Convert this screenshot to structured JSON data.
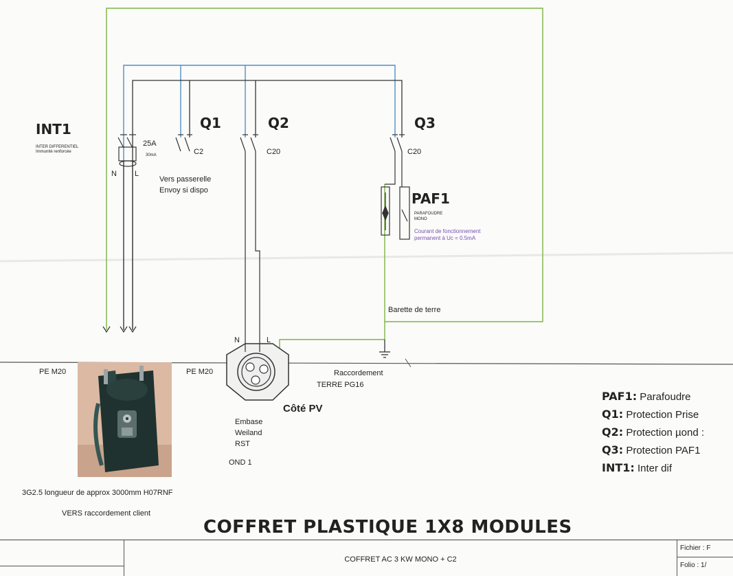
{
  "labels": {
    "int1": "INT1",
    "int1_sub1": "INTER DIFFERENTIEL",
    "int1_sub2": "Immunité renforcée",
    "int1_rating": "25A",
    "int1_sens": "30mA",
    "n": "N",
    "l": "L",
    "q1": "Q1",
    "q1_rating": "C2",
    "q1_note_1": "Vers passerelle",
    "q1_note_2": "Envoy si dispo",
    "q2": "Q2",
    "q2_rating": "C20",
    "q3": "Q3",
    "q3_rating": "C20",
    "paf1": "PAF1",
    "paf1_sub1": "PARAFOUDRE",
    "paf1_sub2": "MONO",
    "paf1_note_1": "Courant de fonctionnement",
    "paf1_note_2": "permanent à Uc = 0.5mA",
    "barette": "Barette de terre",
    "pv_n": "N",
    "pv_l": "L",
    "pe_m20_left": "PE M20",
    "pe_m20_right": "PE M20",
    "raccordement_1": "Raccordement",
    "raccordement_2": "TERRE  PG16",
    "cote_pv": "Côté PV",
    "embase_1": "Embase",
    "embase_2": "Weiland",
    "embase_3": "RST",
    "ond1": "OND 1",
    "cable": "3G2.5 longueur de approx 3000mm H07RNF",
    "vers_client": "VERS raccordement client"
  },
  "legend": [
    {
      "key": "PAF1:",
      "text": "Parafoudre"
    },
    {
      "key": "Q1:",
      "text": "Protection Prise"
    },
    {
      "key": "Q2:",
      "text": "Protection µond :"
    },
    {
      "key": "Q3:",
      "text": "Protection  PAF1"
    },
    {
      "key": "INT1:",
      "text": "Inter dif"
    }
  ],
  "title": "COFFRET PLASTIQUE  1X8 MODULES",
  "title_block": {
    "description": "COFFRET AC 3 KW MONO + C2",
    "fichier": "Fichier : F",
    "folio": "Folio : 1/"
  },
  "colors": {
    "neutral_wire": "#4f8fc6",
    "phase_wire": "#333333",
    "earth_wire": "#7cb342",
    "paf_note": "#7b4fb5"
  }
}
